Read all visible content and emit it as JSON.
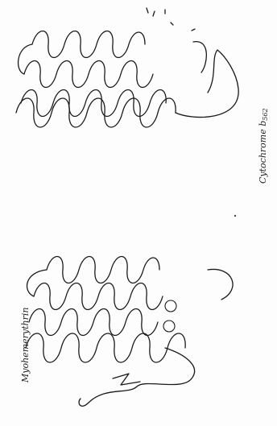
{
  "figure": {
    "panels": [
      {
        "id": "myohemerythrin",
        "caption": "Myohemerythrin"
      },
      {
        "id": "cytochrome",
        "caption_main": "Cytochrome b",
        "caption_subscript": "562"
      }
    ]
  }
}
